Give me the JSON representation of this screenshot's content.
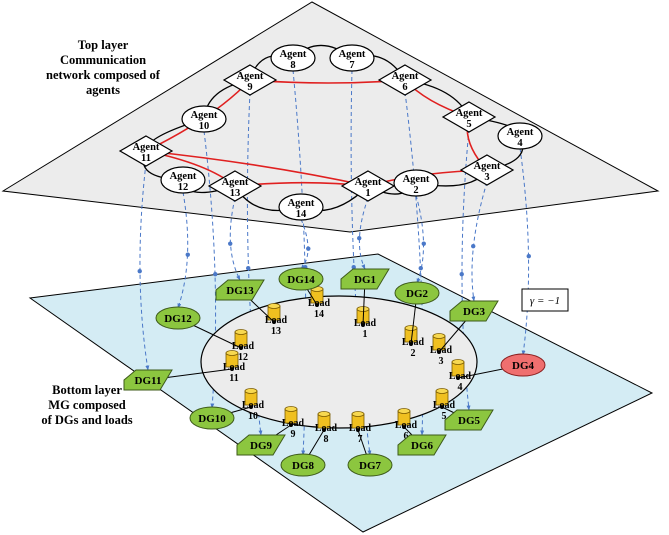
{
  "top_layer": {
    "caption": [
      "Top layer",
      "Communication",
      "network composed of",
      "agents"
    ],
    "agents": [
      {
        "num": "1",
        "shape": "diamond"
      },
      {
        "num": "2",
        "shape": "ellipse"
      },
      {
        "num": "3",
        "shape": "diamond"
      },
      {
        "num": "4",
        "shape": "ellipse"
      },
      {
        "num": "5",
        "shape": "diamond"
      },
      {
        "num": "6",
        "shape": "diamond"
      },
      {
        "num": "7",
        "shape": "ellipse"
      },
      {
        "num": "8",
        "shape": "ellipse"
      },
      {
        "num": "9",
        "shape": "diamond"
      },
      {
        "num": "10",
        "shape": "ellipse"
      },
      {
        "num": "11",
        "shape": "diamond"
      },
      {
        "num": "12",
        "shape": "ellipse"
      },
      {
        "num": "13",
        "shape": "diamond"
      },
      {
        "num": "14",
        "shape": "ellipse"
      }
    ],
    "agent_word": "Agent",
    "colors": {
      "plane": "#ececec",
      "ring_links": "#000000",
      "leader_links": "#e02020",
      "agent_fill": "#ffffff"
    }
  },
  "bottom_layer": {
    "caption": [
      "Bottom layer",
      "MG composed",
      "of DGs and loads"
    ],
    "dgs": [
      {
        "label": "DG1",
        "shape": "diamond"
      },
      {
        "label": "DG2",
        "shape": "ellipse"
      },
      {
        "label": "DG3",
        "shape": "diamond"
      },
      {
        "label": "DG4",
        "shape": "ellipse-red"
      },
      {
        "label": "DG5",
        "shape": "diamond"
      },
      {
        "label": "DG6",
        "shape": "diamond"
      },
      {
        "label": "DG7",
        "shape": "ellipse"
      },
      {
        "label": "DG8",
        "shape": "ellipse"
      },
      {
        "label": "DG9",
        "shape": "diamond"
      },
      {
        "label": "DG10",
        "shape": "ellipse"
      },
      {
        "label": "DG11",
        "shape": "diamond"
      },
      {
        "label": "DG12",
        "shape": "ellipse"
      },
      {
        "label": "DG13",
        "shape": "diamond"
      },
      {
        "label": "DG14",
        "shape": "ellipse"
      }
    ],
    "loads": [
      "1",
      "2",
      "3",
      "4",
      "5",
      "6",
      "7",
      "8",
      "9",
      "10",
      "11",
      "12",
      "13",
      "14"
    ],
    "load_word": "Load",
    "gamma_label": "γ = −1",
    "colors": {
      "plane": "#d4ecf4",
      "ring": "#ececec",
      "dg_fill": "#8cc63f",
      "dg_fault_fill": "#ef6f6f",
      "load_fill": "#f0c020",
      "dashed_link": "#4a78c8"
    }
  }
}
